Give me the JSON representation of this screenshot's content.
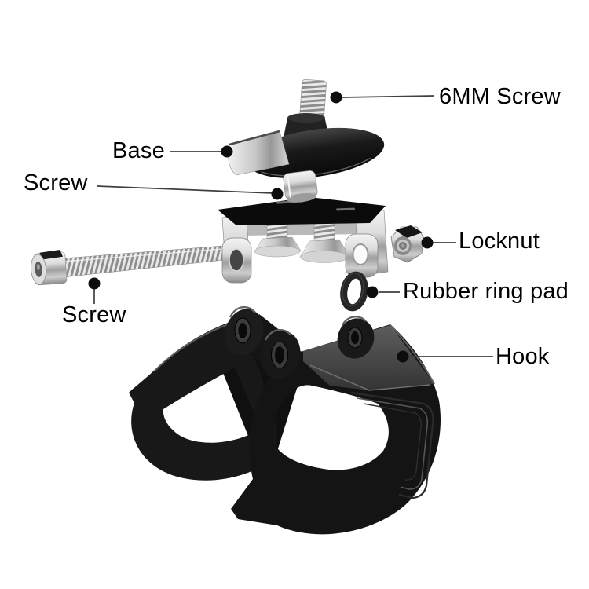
{
  "diagram": {
    "kind": "exploded-view-parts-diagram",
    "background": "#ffffff",
    "text_color": "#000000",
    "leader_line_color": "#3f3f3f",
    "leader_dot_color": "#0d0d0d",
    "labels": [
      {
        "id": "screw-6mm",
        "text": "6MM Screw"
      },
      {
        "id": "base",
        "text": "Base"
      },
      {
        "id": "screw-set",
        "text": "Screw"
      },
      {
        "id": "locknut",
        "text": "Locknut"
      },
      {
        "id": "rubber-ring-pad",
        "text": "Rubber ring pad"
      },
      {
        "id": "screw-long",
        "text": "Screw"
      },
      {
        "id": "hook",
        "text": "Hook"
      }
    ],
    "parts_palette": {
      "black_part": "#161616",
      "hook_top_face": "#4f4f4f",
      "metal_light": "#ececec",
      "metal_mid": "#b5b5b5",
      "metal_dark": "#7f7f7f"
    }
  }
}
